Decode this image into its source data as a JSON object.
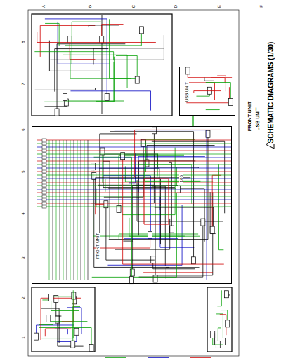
{
  "diagram": {
    "title": "SCHEMATIC DIAGRAMS (1/30)",
    "nodes": [
      {
        "text": [
          "USB UNIT"
        ]
      },
      {
        "text": [
          "FRONT UNIT"
        ]
      }
    ],
    "edges": [
      {
        "from": 0,
        "to": 1,
        "arrow": "none"
      }
    ],
    "labels": [
      "USB UNIT",
      "FRONT UNIT",
      "106",
      "A",
      "B",
      "C",
      "D",
      "E",
      "F",
      "8",
      "7",
      "6",
      "5",
      "4",
      "3",
      "2",
      "1"
    ]
  }
}
